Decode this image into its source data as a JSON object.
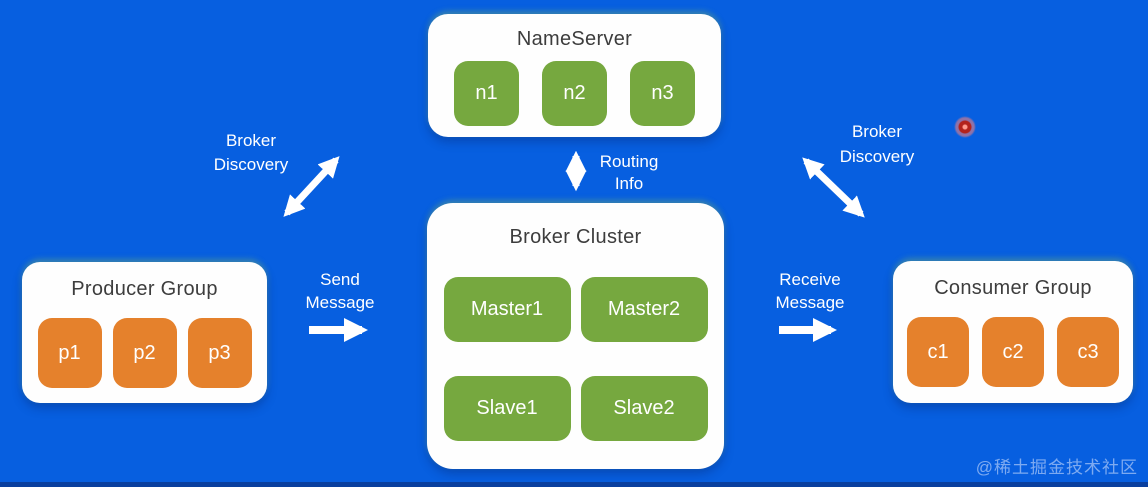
{
  "colors": {
    "bg": "#075fe0",
    "bg_dark": "#0a3f9e",
    "panel": "#fefefe",
    "green": "#76a83f",
    "orange": "#e5812c",
    "title_text": "#3d3d3d",
    "node_text": "#ffffff",
    "label_text": "#ffffff",
    "arrow": "#ffffff",
    "laser_red": "#b3231c"
  },
  "panels": {
    "nameserver": {
      "title": "NameServer",
      "nodes": [
        "n1",
        "n2",
        "n3"
      ]
    },
    "broker_cluster": {
      "title": "Broker Cluster",
      "nodes": [
        "Master1",
        "Master2",
        "Slave1",
        "Slave2"
      ]
    },
    "producer_group": {
      "title": "Producer Group",
      "nodes": [
        "p1",
        "p2",
        "p3"
      ]
    },
    "consumer_group": {
      "title": "Consumer Group",
      "nodes": [
        "c1",
        "c2",
        "c3"
      ]
    }
  },
  "labels": {
    "broker_discovery_left": {
      "line1": "Broker",
      "line2": "Discovery"
    },
    "broker_discovery_right": {
      "line1": "Broker",
      "line2": "Discovery"
    },
    "routing_info": {
      "line1": "Routing",
      "line2": "Info"
    },
    "send_message": {
      "line1": "Send",
      "line2": "Message"
    },
    "receive_message": {
      "line1": "Receive",
      "line2": "Message"
    }
  },
  "watermark": "@稀土掘金技术社区"
}
